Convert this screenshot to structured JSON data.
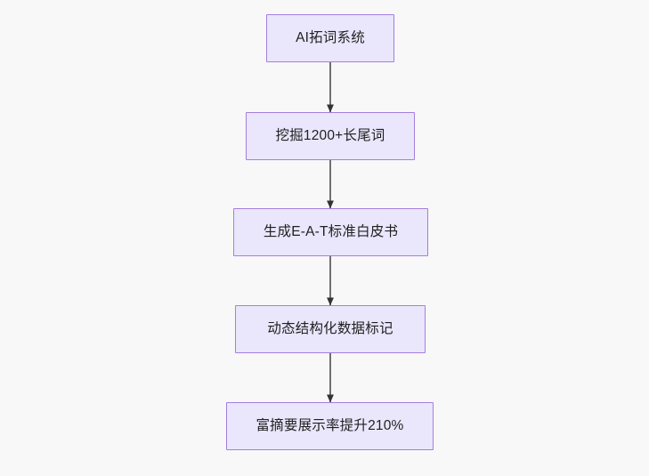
{
  "diagram": {
    "type": "flowchart",
    "direction": "top-to-bottom",
    "background_color": "#f8f8f8",
    "node_fill_color": "#eae6fb",
    "node_border_color": "#a57ee0",
    "node_text_color": "#1f2020",
    "edge_line_color": "#707070",
    "edge_arrow_color": "#333333",
    "nodes": [
      {
        "id": "n0",
        "label": "AI拓词系统"
      },
      {
        "id": "n1",
        "label": "挖掘1200+长尾词"
      },
      {
        "id": "n2",
        "label": "生成E-A-T标准白皮书"
      },
      {
        "id": "n3",
        "label": "动态结构化数据标记"
      },
      {
        "id": "n4",
        "label": "富摘要展示率提升210%"
      }
    ],
    "edges": [
      {
        "from": "n0",
        "to": "n1",
        "label": ""
      },
      {
        "from": "n1",
        "to": "n2",
        "label": ""
      },
      {
        "from": "n2",
        "to": "n3",
        "label": ""
      },
      {
        "from": "n3",
        "to": "n4",
        "label": ""
      }
    ]
  }
}
